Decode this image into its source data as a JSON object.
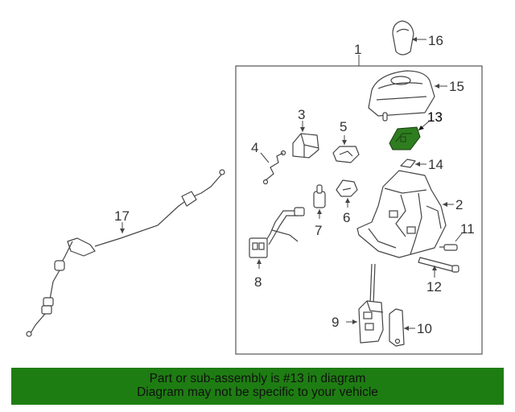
{
  "diagram": {
    "callouts": [
      {
        "id": "1",
        "label": "1"
      },
      {
        "id": "2",
        "label": "2"
      },
      {
        "id": "3",
        "label": "3"
      },
      {
        "id": "4",
        "label": "4"
      },
      {
        "id": "5",
        "label": "5"
      },
      {
        "id": "6",
        "label": "6"
      },
      {
        "id": "7",
        "label": "7"
      },
      {
        "id": "8",
        "label": "8"
      },
      {
        "id": "9",
        "label": "9"
      },
      {
        "id": "10",
        "label": "10"
      },
      {
        "id": "11",
        "label": "11"
      },
      {
        "id": "12",
        "label": "12"
      },
      {
        "id": "13",
        "label": "13"
      },
      {
        "id": "14",
        "label": "14"
      },
      {
        "id": "15",
        "label": "15"
      },
      {
        "id": "16",
        "label": "16"
      },
      {
        "id": "17",
        "label": "17"
      }
    ],
    "highlighted_part": "13",
    "highlight_color": "#2e7d1f",
    "banner": {
      "line1": "Part or sub-assembly is #13 in diagram",
      "line2": "Diagram may not be specific to your vehicle",
      "background": "#1e7d12"
    }
  }
}
